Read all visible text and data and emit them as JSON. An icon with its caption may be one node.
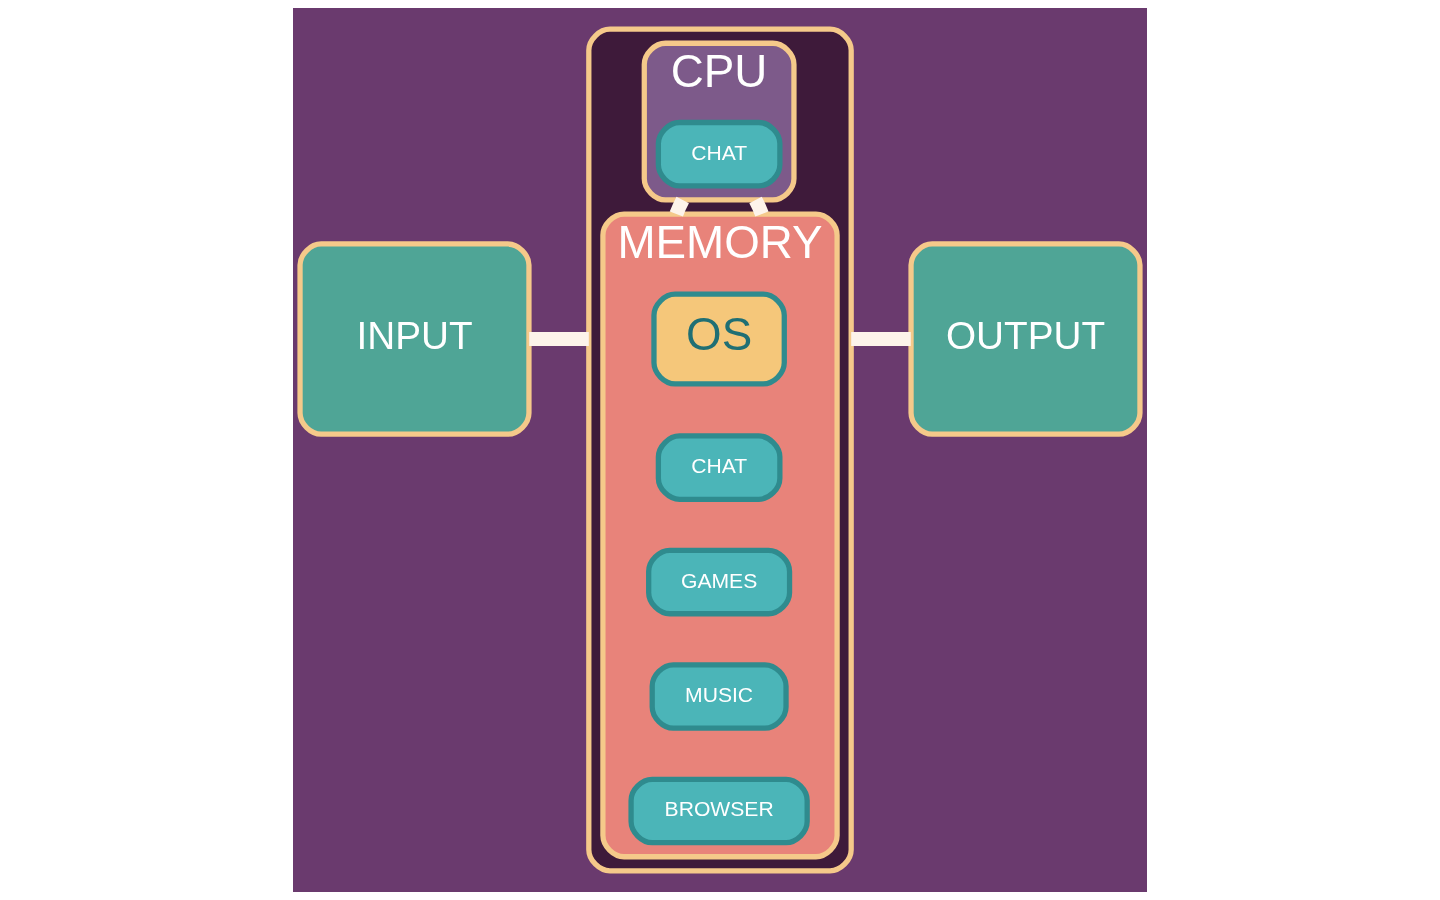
{
  "diagram": {
    "nodes": [
      {
        "text": [],
        "shape": "box"
      },
      {
        "text": [
          "CPU"
        ],
        "in": 0
      },
      {
        "text": [
          "CHAT"
        ],
        "in": 1
      },
      {
        "text": [
          "MEMORY"
        ],
        "in": 0
      },
      {
        "text": [
          "OS"
        ],
        "in": 3
      },
      {
        "text": [
          "CHAT"
        ],
        "in": 3
      },
      {
        "text": [
          "GAMES"
        ],
        "in": 3
      },
      {
        "text": [
          "MUSIC"
        ],
        "in": 3
      },
      {
        "text": [
          "BROWSER"
        ],
        "in": 3
      },
      {
        "text": [
          "INPUT"
        ]
      },
      {
        "text": [
          "OUTPUT"
        ]
      }
    ],
    "edges": [
      {
        "from": 9,
        "to": 0,
        "arrow": "none"
      },
      {
        "from": 1,
        "to": 3,
        "arrow": "none"
      },
      {
        "from": 1,
        "to": 3,
        "arrow": "none"
      },
      {
        "from": 0,
        "to": 10,
        "arrow": "none"
      }
    ]
  }
}
